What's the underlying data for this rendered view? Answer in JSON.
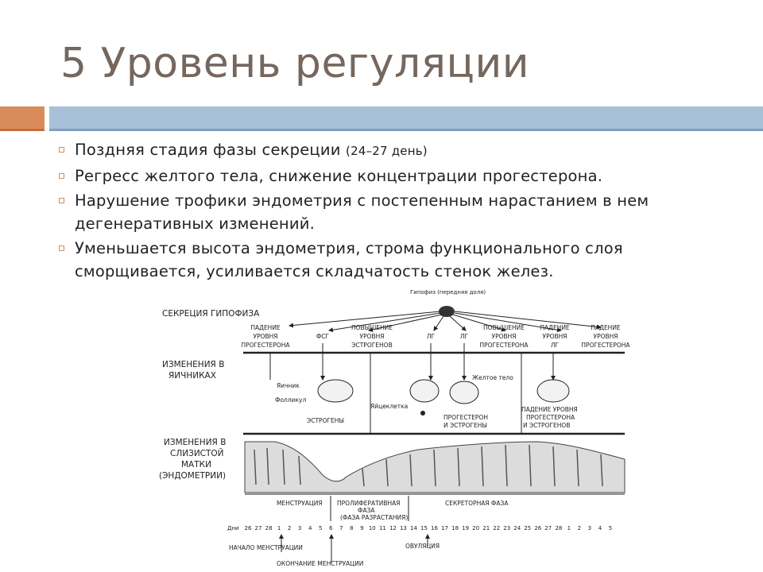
{
  "slide": {
    "title": "5 Уровень регуляции",
    "bullets": [
      {
        "text": "Поздняя стадия фазы секреции ",
        "small": "(24–27 день)"
      },
      {
        "text": "Регресс желтого тела, снижение концентрации прогестерона.",
        "small": ""
      },
      {
        "text": "Нарушение трофики эндометрия с постепенным нарастанием в нем дегенеративных изменений.",
        "small": ""
      },
      {
        "text": "Уменьшается высота эндометрия, строма функционального слоя сморщивается, усиливается складчатость стенок желез.",
        "small": ""
      }
    ]
  },
  "diagram": {
    "pituitary_label": "Гипофиз (передняя доля)",
    "row_labels": {
      "secretion": "СЕКРЕЦИЯ ГИПОФИЗА",
      "ovary_1": "ИЗМЕНЕНИЯ В",
      "ovary_2": "ЯИЧНИКАХ",
      "uterus_1": "ИЗМЕНЕНИЯ В",
      "uterus_2": "СЛИЗИСТОЙ",
      "uterus_3": "МАТКИ",
      "uterus_4": "(ЭНДОМЕТРИИ)"
    },
    "hormone_labels": {
      "drop_prog_1": "ПАДЕНИЕ",
      "drop_prog_2": "УРОВНЯ",
      "drop_prog_3": "ПРОГЕСТЕРОНА",
      "fsh": "ФСГ",
      "rise_estr_1": "ПОВЫШЕНИЕ",
      "rise_estr_2": "УРОВНЯ",
      "rise_estr_3": "ЭСТРОГЕНОВ",
      "lh_1": "ЛГ",
      "lh_2": "ЛГ",
      "rise_prog_1": "ПОВЫШЕНИЕ",
      "rise_prog_2": "УРОВНЯ",
      "rise_prog_3": "ПРОГЕСТЕРОНА",
      "drop_lh_1": "ПАДЕНИЕ",
      "drop_lh_2": "УРОВНЯ",
      "drop_lh_3": "ЛГ",
      "drop_prog2_1": "ПАДЕНИЕ",
      "drop_prog2_2": "УРОВНЯ",
      "drop_prog2_3": "ПРОГЕСТЕРОНА"
    },
    "ovary_labels": {
      "ovary": "Яичник",
      "follicle": "Фолликул",
      "estrogens": "ЭСТРОГЕНЫ",
      "egg": "Яйцеклетка",
      "corpus_luteum": "Желтое тело",
      "prog_estr_1": "ПРОГЕСТЕРОН",
      "prog_estr_2": "И ЭСТРОГЕНЫ",
      "drop_levels_1": "ПАДЕНИЕ УРОВНЯ",
      "drop_levels_2": "ПРОГЕСТЕРОНА",
      "drop_levels_3": "И ЭСТРОГЕНОВ"
    },
    "phase_labels": {
      "menstruation": "МЕНСТРУАЦИЯ",
      "prolif_1": "ПРОЛИФЕРАТИВНАЯ",
      "prolif_2": "ФАЗА",
      "prolif_3": "(ФАЗА РАЗРАСТАНИЯ)",
      "secretory": "СЕКРЕТОРНАЯ ФАЗА"
    },
    "days_label": "Дни",
    "days": [
      "26",
      "27",
      "28",
      "1",
      "2",
      "3",
      "4",
      "5",
      "6",
      "7",
      "8",
      "9",
      "10",
      "11",
      "12",
      "13",
      "14",
      "15",
      "16",
      "17",
      "18",
      "19",
      "20",
      "21",
      "22",
      "23",
      "24",
      "25",
      "26",
      "27",
      "28",
      "1",
      "2",
      "3",
      "4",
      "5"
    ],
    "events": {
      "menstruation_start": "НАЧАЛО МЕНСТРУАЦИИ",
      "ovulation": "ОВУЛЯЦИЯ",
      "menstruation_end": "ОКОНЧАНИЕ МЕНСТРУАЦИИ"
    }
  }
}
